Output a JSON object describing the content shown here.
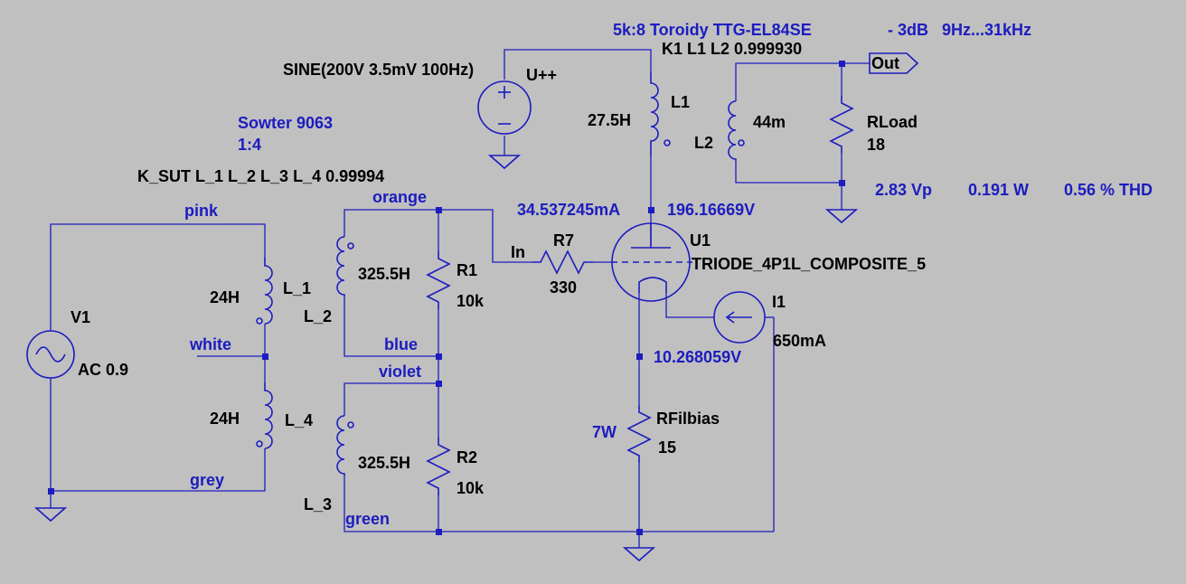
{
  "colors": {
    "background": "#c0c0c0",
    "wire": "#1c1cc0",
    "label": "#000000",
    "net": "#1c1cc0"
  },
  "labels": {
    "transformer_title": "5k:8 Toroidy TTG-EL84SE",
    "bandwidth": "- 3dB   9Hz...31kHz",
    "k1": "K1 L1 L2 0.999930",
    "sine": "SINE(200V 3.5mV 100Hz)",
    "uplus": "U++",
    "out": "Out",
    "l1": "L1",
    "l1_val": "27.5H",
    "l2": "L2",
    "l2_val": "44m",
    "rload": "RLoad",
    "rload_val": "18",
    "result_vp": "2.83 Vp",
    "result_w": "0.191 W",
    "result_thd": "0.56 % THD",
    "sowter": "Sowter 9063",
    "ratio": "1:4",
    "k_sut": "K_SUT L_1 L_2 L_3 L_4 0.99994",
    "pink": "pink",
    "orange": "orange",
    "white": "white",
    "blue": "blue",
    "violet": "violet",
    "grey": "grey",
    "green": "green",
    "plate_current": "34.537245mA",
    "plate_voltage": "196.16669V",
    "in": "In",
    "r7": "R7",
    "r7_val": "330",
    "u1": "U1",
    "tube": "TRIODE_4P1L_COMPOSITE_5",
    "v1": "V1",
    "ac": "AC 0.9",
    "l_1": "L_1",
    "l_1_val": "24H",
    "l_2": "L_2",
    "l_2_val": "325.5H",
    "r1": "R1",
    "r1_val": "10k",
    "i1": "I1",
    "i1_val": "650mA",
    "cathode_voltage": "10.268059V",
    "l_4": "L_4",
    "l_4_val": "24H",
    "rfilbias": "RFilbias",
    "rfilbias_val": "15",
    "power_7w": "7W",
    "l_3": "L_3",
    "l_3_val": "325.5H",
    "r2": "R2",
    "r2_val": "10k"
  }
}
